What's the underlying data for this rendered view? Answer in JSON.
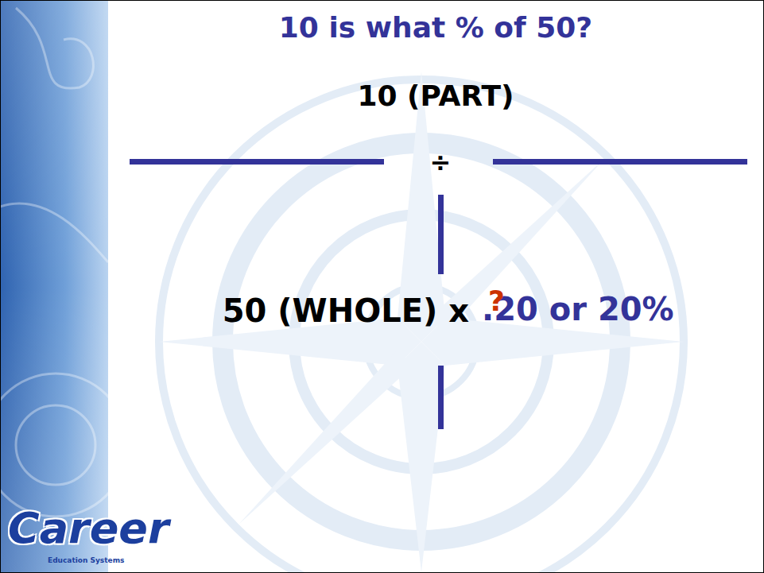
{
  "diagram": {
    "title": "10 is what % of 50?",
    "labels": [
      "10 (PART)",
      "÷",
      "50 (WHOLE) x",
      ".20 or 20%",
      "?",
      "Career",
      "Education Systems"
    ]
  }
}
